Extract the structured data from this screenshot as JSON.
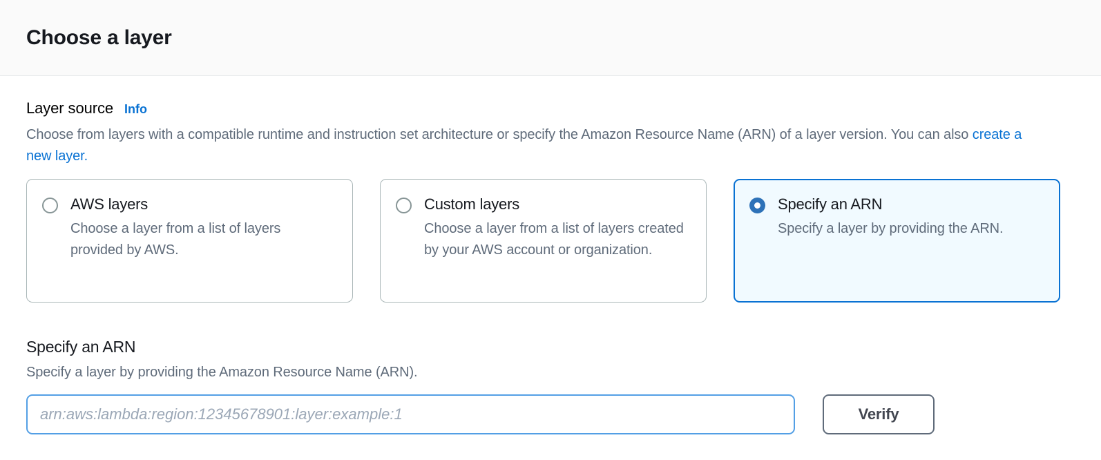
{
  "header": {
    "title": "Choose a layer"
  },
  "layer_source": {
    "label": "Layer source",
    "info_label": "Info",
    "description_before_link": "Choose from layers with a compatible runtime and instruction set architecture or specify the Amazon Resource Name (ARN) of a layer version. You can also ",
    "description_link": "create a new layer",
    "description_after_link": ".",
    "options": [
      {
        "label": "AWS layers",
        "description": "Choose a layer from a list of layers provided by AWS.",
        "selected": false
      },
      {
        "label": "Custom layers",
        "description": "Choose a layer from a list of layers created by your AWS account or organization.",
        "selected": false
      },
      {
        "label": "Specify an ARN",
        "description": "Specify a layer by providing the ARN.",
        "selected": true
      }
    ]
  },
  "arn_section": {
    "heading": "Specify an ARN",
    "description": "Specify a layer by providing the Amazon Resource Name (ARN).",
    "input_value": "",
    "input_placeholder": "arn:aws:lambda:region:12345678901:layer:example:1",
    "verify_label": "Verify"
  },
  "colors": {
    "accent_blue": "#0972d3",
    "selected_tile_bg": "#f1faff",
    "input_focus_border": "#539fe5",
    "text_primary": "#16191f",
    "text_secondary": "#5f6b7a",
    "tile_border": "#aab7b8",
    "header_bg": "#fafafa"
  }
}
